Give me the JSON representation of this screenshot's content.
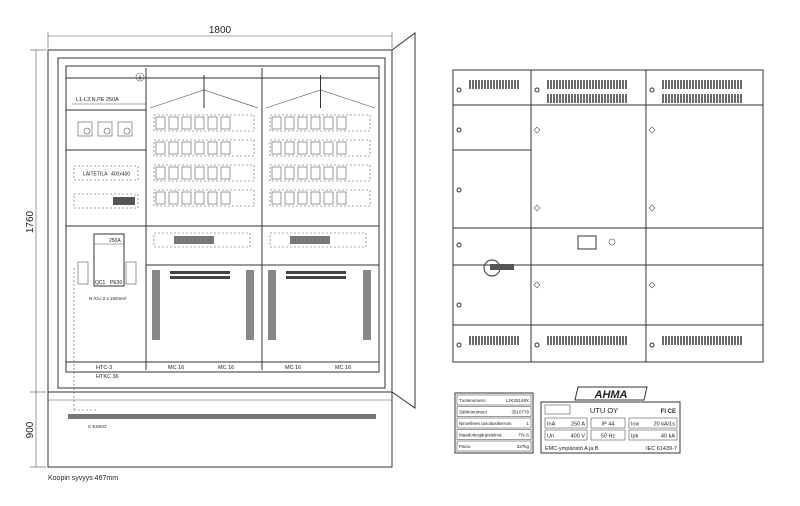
{
  "dimensions": {
    "width": "1800",
    "height_upper": "1760",
    "height_lower": "900"
  },
  "cabinet": {
    "supply_label": "L1-L3,N,PE 250A",
    "circle_mark": "6",
    "device_space_label": "LAITETILA",
    "device_space_size": "400x400",
    "main_switch_rating": "250A",
    "main_switch_id": "QC1",
    "pe_bar": "PE30",
    "neutral_label": "N-/CU 2 x 150mm²",
    "bottom_labels": [
      "HTC-3",
      "MC 16",
      "MC 16",
      "MC 16",
      "MC 16"
    ],
    "htkc_label": "HTKC 36",
    "rail_label": "C-KISKO",
    "depth_note": "Koopin syvyys 467mm"
  },
  "spec_table": [
    {
      "label": "Tuotenumero",
      "value": "LJK25148X"
    },
    {
      "label": "Sähkönumero",
      "value": "3510779"
    },
    {
      "label": "Nimellinen tasoitusikerroin",
      "value": "1"
    },
    {
      "label": "Maadoitusjärjestelmä",
      "value": "TN-S"
    },
    {
      "label": "Paino",
      "value": "327kg"
    }
  ],
  "nameplate": {
    "brand": "AHMA",
    "company": "UTU OY",
    "marks": "FI CE",
    "rows": [
      [
        "InA",
        "250 A",
        "IP 44",
        "Icw",
        "20 kA/1s"
      ],
      [
        "Un",
        "400 V",
        "50 Hz",
        "Ipk",
        "40 kA"
      ]
    ],
    "emc": "EMC-ympäristö  A ja B",
    "standard": "IEC 61439-7"
  }
}
